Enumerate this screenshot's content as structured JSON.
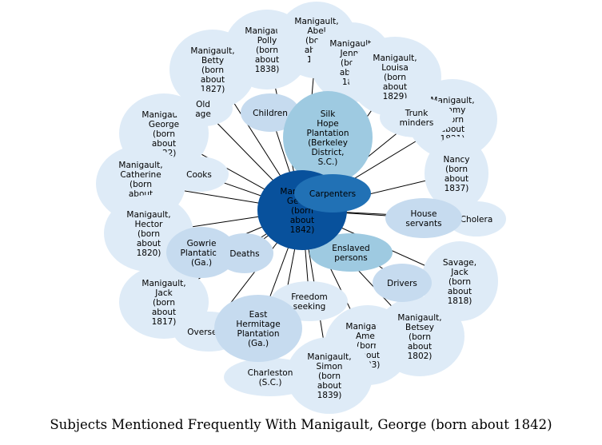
{
  "title": "Subjects Mentioned Frequently With Manigault, George (born about 1842)",
  "colors": {
    "center": "#08519c",
    "blue_mid": "#2171b5",
    "blue_sky": "#9ecae1",
    "blue_light": "#c6dbef",
    "blue_pale": "#deebf7",
    "edge": "#000000"
  },
  "center": {
    "id": "center",
    "lines": [
      "Manigault,",
      "George",
      "(born",
      "about",
      "1842)"
    ]
  },
  "nodes": [
    {
      "id": "polly",
      "lines": [
        "Manigault,",
        "Polly",
        "(born",
        "about",
        "1838)"
      ]
    },
    {
      "id": "abel",
      "lines": [
        "Manigault,",
        "Abel",
        "(born",
        "about",
        "18..)"
      ]
    },
    {
      "id": "jenny",
      "lines": [
        "Manigault,",
        "Jenny",
        "(born",
        "about",
        "18..)"
      ]
    },
    {
      "id": "louisa",
      "lines": [
        "Manigault,",
        "Louisa",
        "(born",
        "about",
        "1829)"
      ]
    },
    {
      "id": "betty",
      "lines": [
        "Manigault,",
        "Betty",
        "(born",
        "about",
        "1827)"
      ]
    },
    {
      "id": "george1822",
      "lines": [
        "Manigault,",
        "George",
        "(born",
        "about",
        "1822)"
      ]
    },
    {
      "id": "jimmy",
      "lines": [
        "Manigault,",
        "Jimmy",
        "(born",
        "about",
        "1821)"
      ]
    },
    {
      "id": "catherine",
      "lines": [
        "Manigault,",
        "Catherine",
        "(born",
        "about",
        "18..)"
      ]
    },
    {
      "id": "nancy",
      "lines": [
        "Nancy",
        "(born",
        "about",
        "1837)"
      ]
    },
    {
      "id": "hector",
      "lines": [
        "Manigault,",
        "Hector",
        "(born",
        "about",
        "1820)"
      ]
    },
    {
      "id": "jack1818",
      "lines": [
        "Savage,",
        "Jack",
        "(born",
        "about",
        "1818)"
      ]
    },
    {
      "id": "jack1817",
      "lines": [
        "Manigault,",
        "Jack",
        "(born",
        "about",
        "1817)"
      ]
    },
    {
      "id": "amey",
      "lines": [
        "Manigault,",
        "Amey",
        "(born",
        "about",
        "1833)"
      ]
    },
    {
      "id": "betsey",
      "lines": [
        "Manigault,",
        "Betsey",
        "(born",
        "about",
        "1802)"
      ]
    },
    {
      "id": "simon",
      "lines": [
        "Manigault,",
        "Simon",
        "(born",
        "about",
        "1839)"
      ]
    },
    {
      "id": "old_age",
      "lines": [
        "Old",
        "age"
      ]
    },
    {
      "id": "children",
      "lines": [
        "Children"
      ]
    },
    {
      "id": "trunk",
      "lines": [
        "Trunk",
        "minders"
      ]
    },
    {
      "id": "cooks",
      "lines": [
        "Cooks"
      ]
    },
    {
      "id": "cholera",
      "lines": [
        "Cholera"
      ]
    },
    {
      "id": "house",
      "lines": [
        "House",
        "servants"
      ]
    },
    {
      "id": "gowrie",
      "lines": [
        "Gowrie",
        "Plantation",
        "(Ga.)"
      ]
    },
    {
      "id": "deaths",
      "lines": [
        "Deaths"
      ]
    },
    {
      "id": "drivers",
      "lines": [
        "Drivers"
      ]
    },
    {
      "id": "freedom",
      "lines": [
        "Freedom",
        "seeking"
      ]
    },
    {
      "id": "east_hermitage",
      "lines": [
        "East",
        "Hermitage",
        "Plantation",
        "(Ga.)"
      ]
    },
    {
      "id": "overseers",
      "lines": [
        "Overseers"
      ]
    },
    {
      "id": "charleston",
      "lines": [
        "Charleston",
        "(S.C.)"
      ]
    },
    {
      "id": "enslaved",
      "lines": [
        "Enslaved",
        "persons"
      ]
    },
    {
      "id": "silk_hope",
      "lines": [
        "Silk",
        "Hope",
        "Plantation",
        "(Berkeley",
        "District,",
        "S.C.)"
      ]
    },
    {
      "id": "carpenters",
      "lines": [
        "Carpenters"
      ]
    }
  ]
}
